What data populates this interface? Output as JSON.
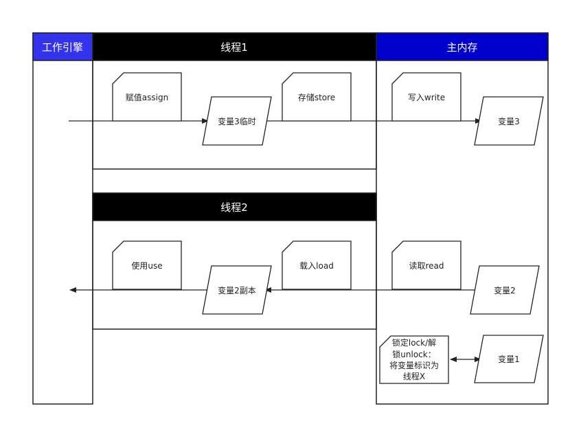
{
  "lanes": {
    "engine": "工作引擎",
    "thread1": "线程1",
    "main_memory": "主内存",
    "thread2": "线程2"
  },
  "thread1": {
    "assign": "赋值assign",
    "temp_var": "变量3临时",
    "store": "存储store"
  },
  "memory": {
    "write": "写入write",
    "var3": "变量3",
    "read": "读取read",
    "var2": "变量2",
    "lock_lines": [
      "锁定lock/解",
      "锁unlock：",
      "将变量标识为",
      "线程X"
    ],
    "var1": "变量1"
  },
  "thread2": {
    "use": "使用use",
    "copy_var": "变量2副本",
    "load": "载入load"
  },
  "colors": {
    "engine_header": "#3333ee",
    "thread_header": "#000000",
    "memory_header": "#0000cc",
    "stroke": "#222222"
  }
}
